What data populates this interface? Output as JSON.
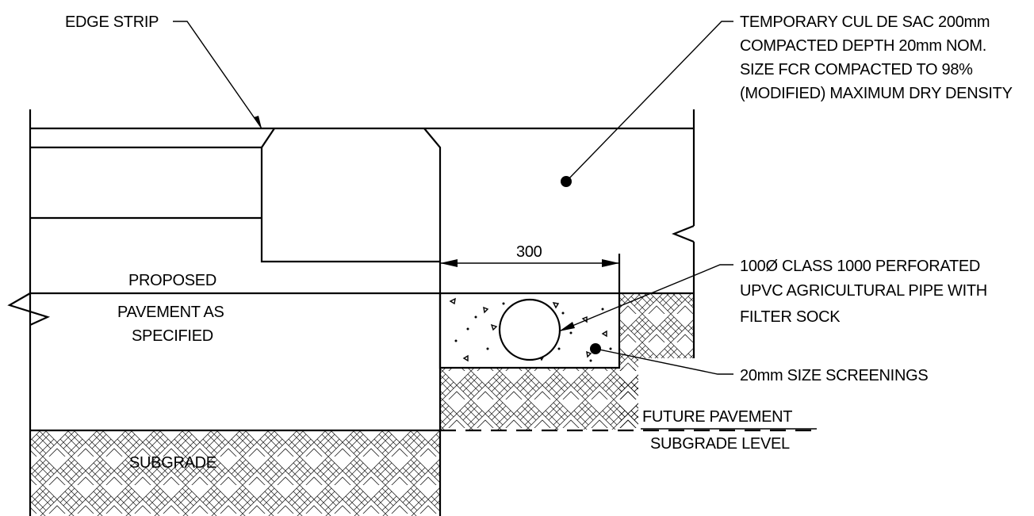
{
  "labels": {
    "edge_strip": "EDGE STRIP",
    "cul_de_sac": [
      "TEMPORARY CUL DE SAC 200mm",
      "COMPACTED DEPTH 20mm NOM.",
      "SIZE FCR COMPACTED TO 98%",
      "(MODIFIED) MAXIMUM DRY DENSITY"
    ],
    "dimension": "300",
    "proposed": "PROPOSED",
    "pavement": [
      "PAVEMENT AS",
      "SPECIFIED"
    ],
    "pipe": [
      "100Ø  CLASS 1000 PERFORATED",
      "UPVC AGRICULTURAL PIPE WITH",
      "FILTER SOCK"
    ],
    "screenings": "20mm SIZE SCREENINGS",
    "future_pavement": "FUTURE PAVEMENT",
    "subgrade_level": "SUBGRADE LEVEL",
    "subgrade": "SUBGRADE"
  },
  "colors": {
    "line": "#000000",
    "background": "#ffffff"
  }
}
